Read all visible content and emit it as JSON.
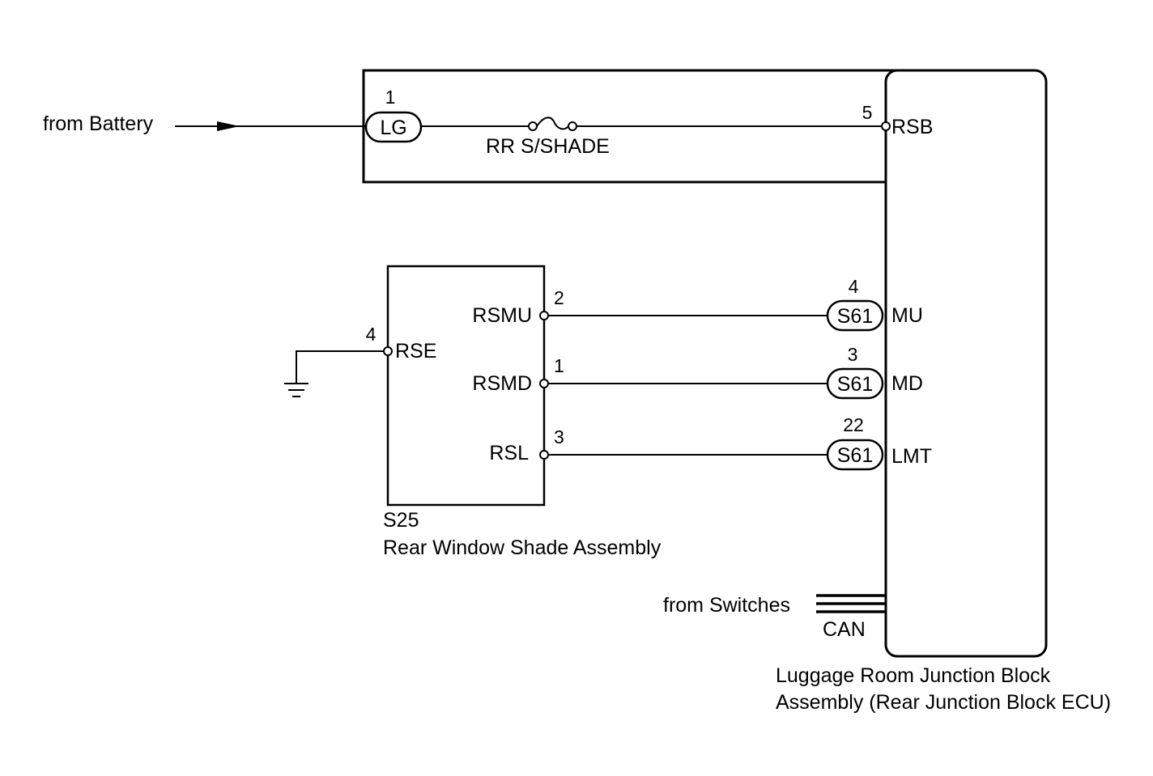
{
  "battery": {
    "label": "from Battery",
    "connector": "LG",
    "pin": "1"
  },
  "fuse": {
    "label": "RR S/SHADE"
  },
  "ecu": {
    "name_line1": "Luggage Room Junction Block",
    "name_line2": "Assembly (Rear Junction Block ECU)",
    "terminals": [
      {
        "name": "RSB",
        "pin": "5"
      },
      {
        "name": "MU",
        "pin": "4",
        "connector": "S61"
      },
      {
        "name": "MD",
        "pin": "3",
        "connector": "S61"
      },
      {
        "name": "LMT",
        "pin": "22",
        "connector": "S61"
      }
    ],
    "can_input": {
      "label": "from Switches",
      "bus": "CAN"
    }
  },
  "shade": {
    "code": "S25",
    "name": "Rear Window Shade Assembly",
    "terminals": [
      {
        "name": "RSMU",
        "pin": "2"
      },
      {
        "name": "RSMD",
        "pin": "1"
      },
      {
        "name": "RSL",
        "pin": "3"
      },
      {
        "name": "RSE",
        "pin": "4"
      }
    ]
  }
}
